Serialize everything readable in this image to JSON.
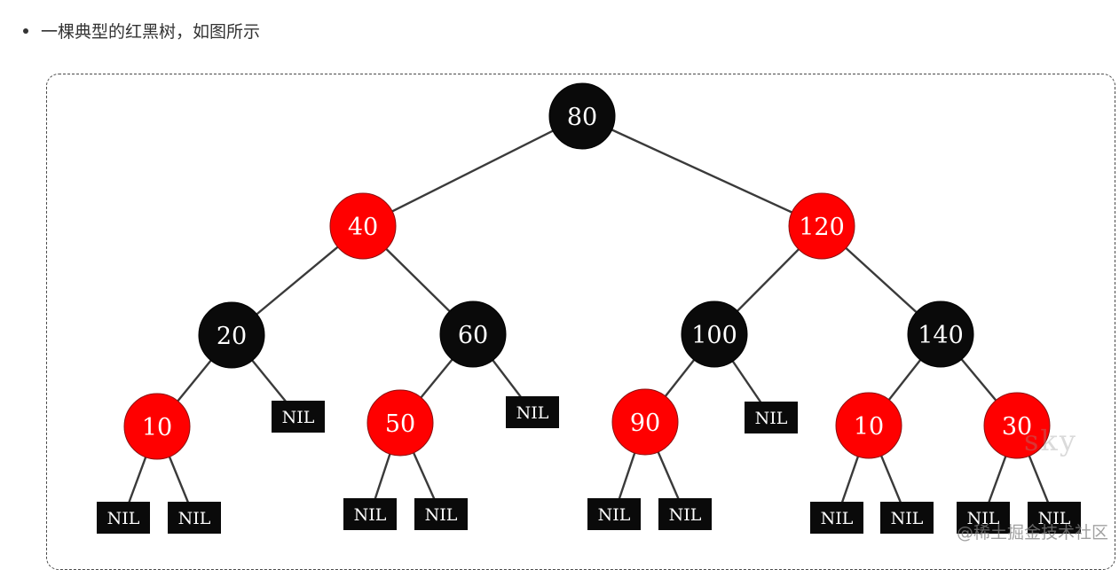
{
  "intro": {
    "text": "一棵典型的红黑树，如图所示"
  },
  "tree": {
    "nodes": [
      {
        "id": "n80",
        "label": "80",
        "color": "black",
        "parent": null
      },
      {
        "id": "n40",
        "label": "40",
        "color": "red",
        "parent": "n80"
      },
      {
        "id": "n120",
        "label": "120",
        "color": "red",
        "parent": "n80"
      },
      {
        "id": "n20",
        "label": "20",
        "color": "black",
        "parent": "n40"
      },
      {
        "id": "n60",
        "label": "60",
        "color": "black",
        "parent": "n40"
      },
      {
        "id": "n100",
        "label": "100",
        "color": "black",
        "parent": "n120"
      },
      {
        "id": "n140",
        "label": "140",
        "color": "black",
        "parent": "n120"
      },
      {
        "id": "n10a",
        "label": "10",
        "color": "red",
        "parent": "n20"
      },
      {
        "id": "n50",
        "label": "50",
        "color": "red",
        "parent": "n60"
      },
      {
        "id": "n90",
        "label": "90",
        "color": "red",
        "parent": "n100"
      },
      {
        "id": "n10b",
        "label": "10",
        "color": "red",
        "parent": "n140"
      },
      {
        "id": "n30",
        "label": "30",
        "color": "red",
        "parent": "n140"
      }
    ],
    "nil_nodes": [
      {
        "id": "nil1",
        "label": "NIL",
        "parent": "n10a"
      },
      {
        "id": "nil2",
        "label": "NIL",
        "parent": "n10a"
      },
      {
        "id": "nil3",
        "label": "NIL",
        "parent": "n20"
      },
      {
        "id": "nil4",
        "label": "NIL",
        "parent": "n50"
      },
      {
        "id": "nil5",
        "label": "NIL",
        "parent": "n50"
      },
      {
        "id": "nil6",
        "label": "NIL",
        "parent": "n60"
      },
      {
        "id": "nil7",
        "label": "NIL",
        "parent": "n90"
      },
      {
        "id": "nil8",
        "label": "NIL",
        "parent": "n90"
      },
      {
        "id": "nil9",
        "label": "NIL",
        "parent": "n100"
      },
      {
        "id": "nil10",
        "label": "NIL",
        "parent": "n10b"
      },
      {
        "id": "nil11",
        "label": "NIL",
        "parent": "n10b"
      },
      {
        "id": "nil12",
        "label": "NIL",
        "parent": "n30"
      },
      {
        "id": "nil13",
        "label": "NIL",
        "parent": "n30"
      }
    ],
    "colors": {
      "red": "#ff0000",
      "black": "#0a0a0a",
      "edge": "#3a3a3a",
      "nil_fill": "#0a0a0a"
    }
  },
  "watermarks": {
    "sky": "sky",
    "site": "@稀土掘金技术社区"
  }
}
